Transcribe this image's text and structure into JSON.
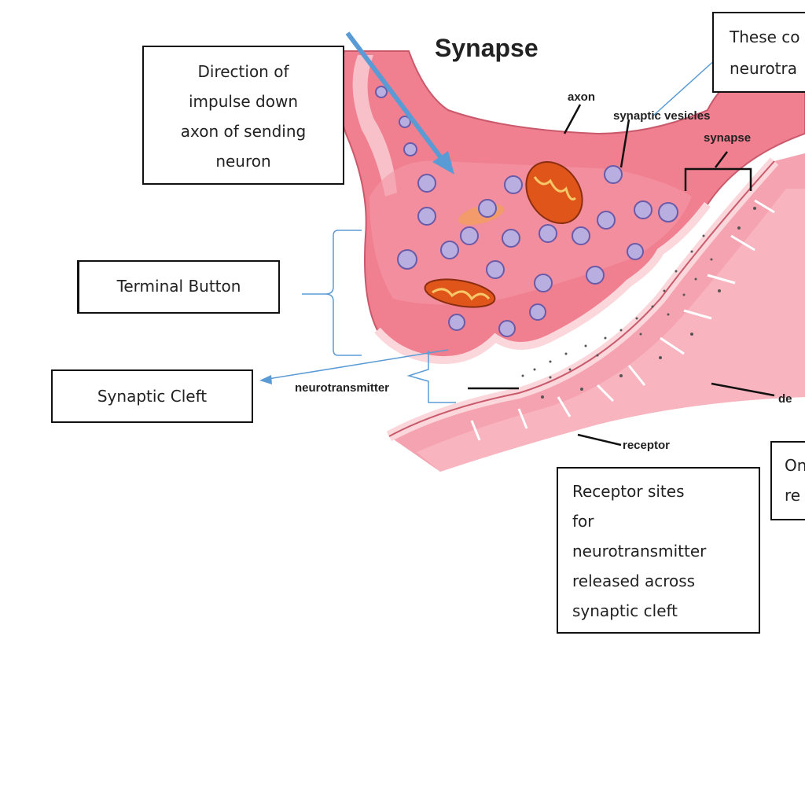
{
  "title": "Synapse",
  "diagram_labels": {
    "axon": "axon",
    "synaptic_vesicles": "synaptic vesicles",
    "synapse": "synapse",
    "neurotransmitter": "neurotransmitter",
    "receptor": "receptor",
    "dendrite_partial": "de"
  },
  "notes": {
    "direction": [
      "Direction of",
      "impulse down",
      "axon of sending",
      "neuron"
    ],
    "terminal_button": "Terminal Button",
    "synaptic_cleft": "Synaptic Cleft",
    "receptor_sites": [
      "Receptor sites",
      "for",
      "neurotransmitter",
      "released across",
      "synaptic cleft"
    ],
    "vesicles_partial": [
      "These co",
      "neurotra"
    ],
    "right_partial": [
      "On",
      "re"
    ]
  },
  "colors": {
    "tissue": "#f07f90",
    "tissue_light": "#f8c0c8",
    "membrane": "#fbd7dc",
    "vesicle": "#b9aee0",
    "mitochondria": "#e0561a",
    "arrow_blue": "#5b9bd5"
  }
}
